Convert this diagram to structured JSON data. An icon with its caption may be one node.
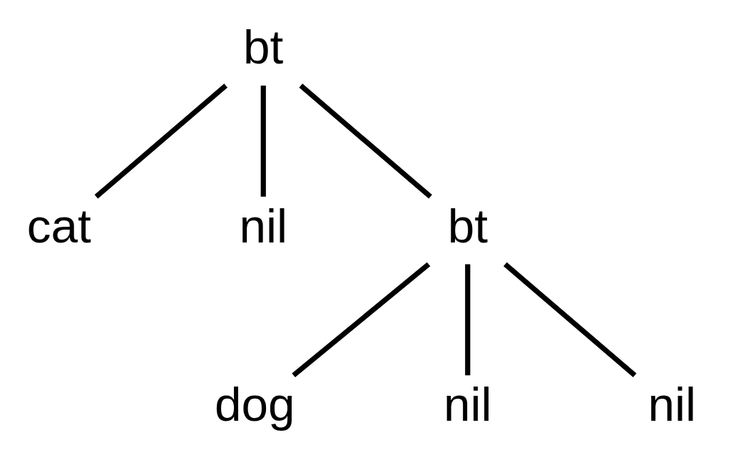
{
  "diagram": {
    "nodes": [
      {
        "text": [
          "bt"
        ]
      },
      {
        "text": [
          "cat"
        ]
      },
      {
        "text": [
          "nil"
        ]
      },
      {
        "text": [
          "bt"
        ]
      },
      {
        "text": [
          "dog"
        ]
      },
      {
        "text": [
          "nil"
        ]
      },
      {
        "text": [
          "nil"
        ]
      }
    ],
    "edges": [
      {
        "from": 0,
        "to": 1,
        "arrow": "none"
      },
      {
        "from": 0,
        "to": 2,
        "arrow": "none"
      },
      {
        "from": 0,
        "to": 3,
        "arrow": "none"
      },
      {
        "from": 3,
        "to": 4,
        "arrow": "none"
      },
      {
        "from": 3,
        "to": 5,
        "arrow": "none"
      },
      {
        "from": 3,
        "to": 6,
        "arrow": "none"
      }
    ]
  }
}
